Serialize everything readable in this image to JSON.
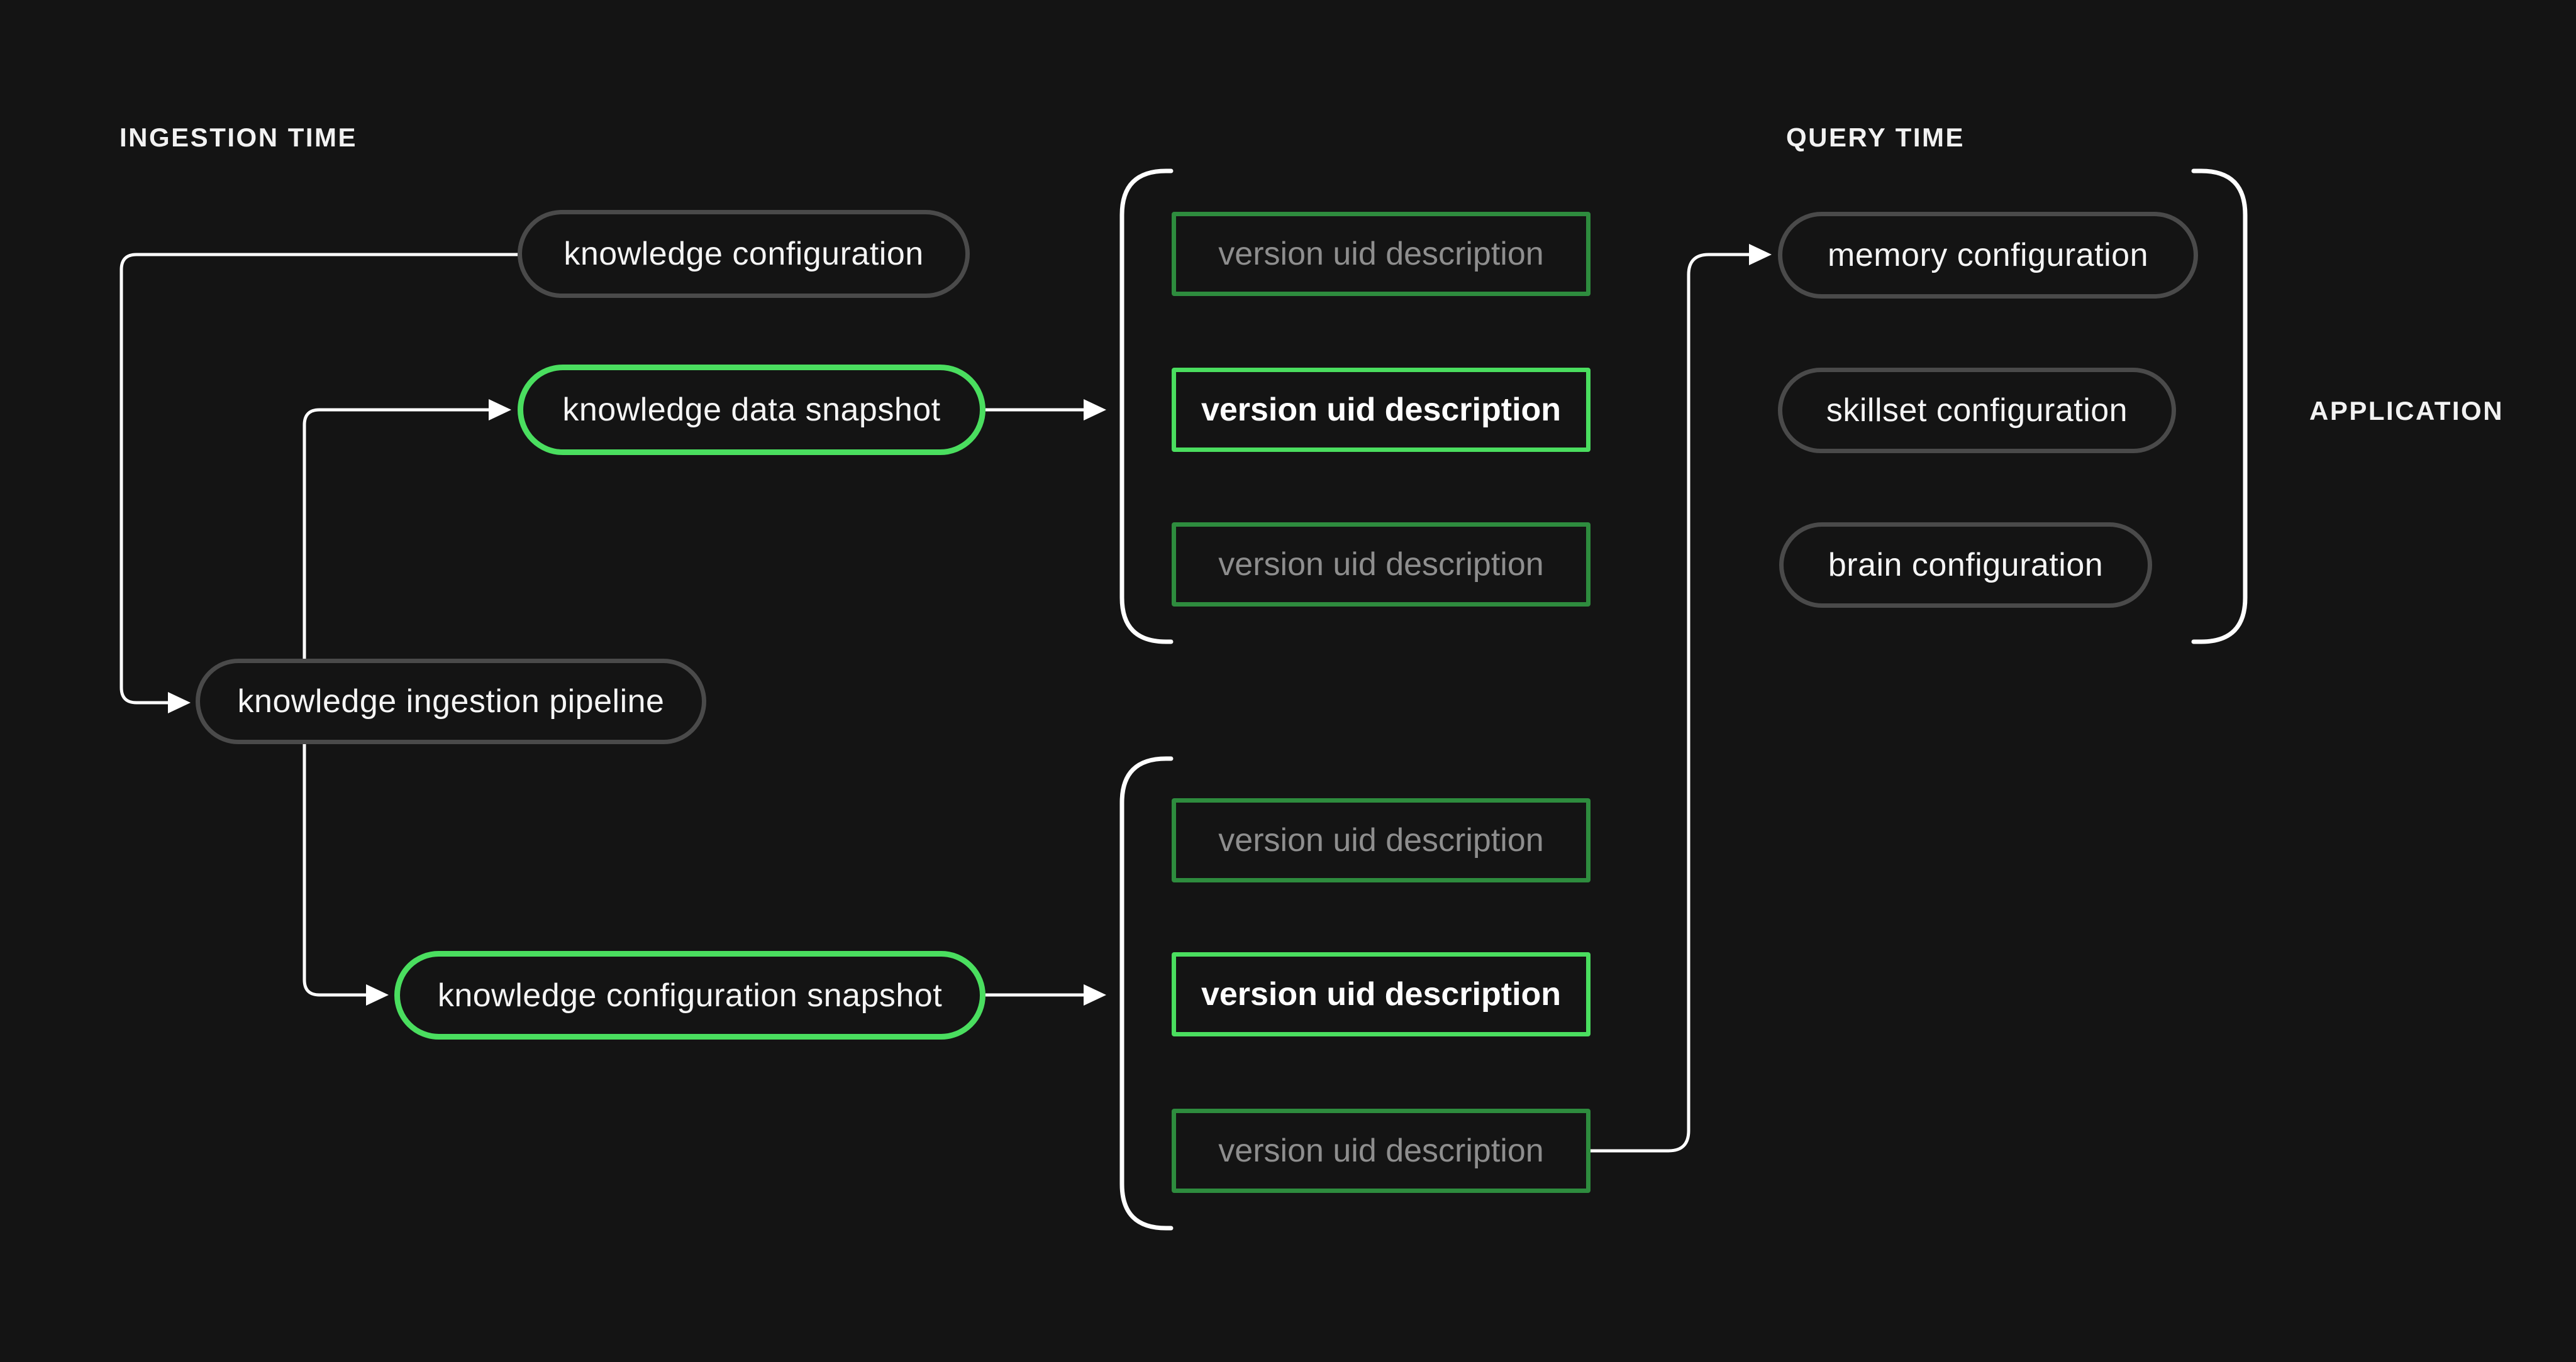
{
  "colors": {
    "bg": "#141414",
    "bright_green": "#4ade5f",
    "dim_green": "#2e8c3e",
    "gray_border": "#4a4a4a",
    "dim_text": "#8e8e8e",
    "line_color": "#ffffff",
    "text_white": "#f5f5f5"
  },
  "headers": {
    "ingestion_time": "INGESTION TIME",
    "query_time": "QUERY TIME",
    "application": "APPLICATION"
  },
  "nodes": {
    "knowledge_configuration": "knowledge configuration",
    "knowledge_data_snapshot": "knowledge data snapshot",
    "knowledge_ingestion_pipeline": "knowledge ingestion pipeline",
    "knowledge_configuration_snapshot": "knowledge configuration snapshot",
    "memory_configuration": "memory configuration",
    "skillset_configuration": "skillset configuration",
    "brain_configuration": "brain configuration"
  },
  "version_lists": {
    "data_snapshot_versions": {
      "items": [
        {
          "label": "version uid description",
          "highlighted": false
        },
        {
          "label": "version uid description",
          "highlighted": true
        },
        {
          "label": "version uid description",
          "highlighted": false
        }
      ]
    },
    "configuration_snapshot_versions": {
      "items": [
        {
          "label": "version uid description",
          "highlighted": false
        },
        {
          "label": "version uid description",
          "highlighted": true
        },
        {
          "label": "version uid description",
          "highlighted": false
        }
      ]
    }
  }
}
